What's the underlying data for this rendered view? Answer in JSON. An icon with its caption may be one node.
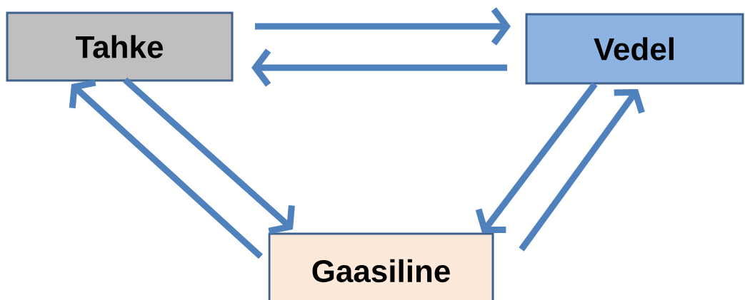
{
  "diagram": {
    "nodes": [
      {
        "text": [
          "Tahke"
        ]
      },
      {
        "text": [
          "Vedel"
        ]
      },
      {
        "text": [
          "Gaasiline"
        ]
      }
    ],
    "edges": [
      {
        "from": 0,
        "to": 1,
        "arrow": "to"
      },
      {
        "from": 1,
        "to": 0,
        "arrow": "to"
      },
      {
        "from": 0,
        "to": 2,
        "arrow": "to"
      },
      {
        "from": 2,
        "to": 0,
        "arrow": "to"
      },
      {
        "from": 1,
        "to": 2,
        "arrow": "to"
      },
      {
        "from": 2,
        "to": 1,
        "arrow": "to"
      }
    ]
  }
}
